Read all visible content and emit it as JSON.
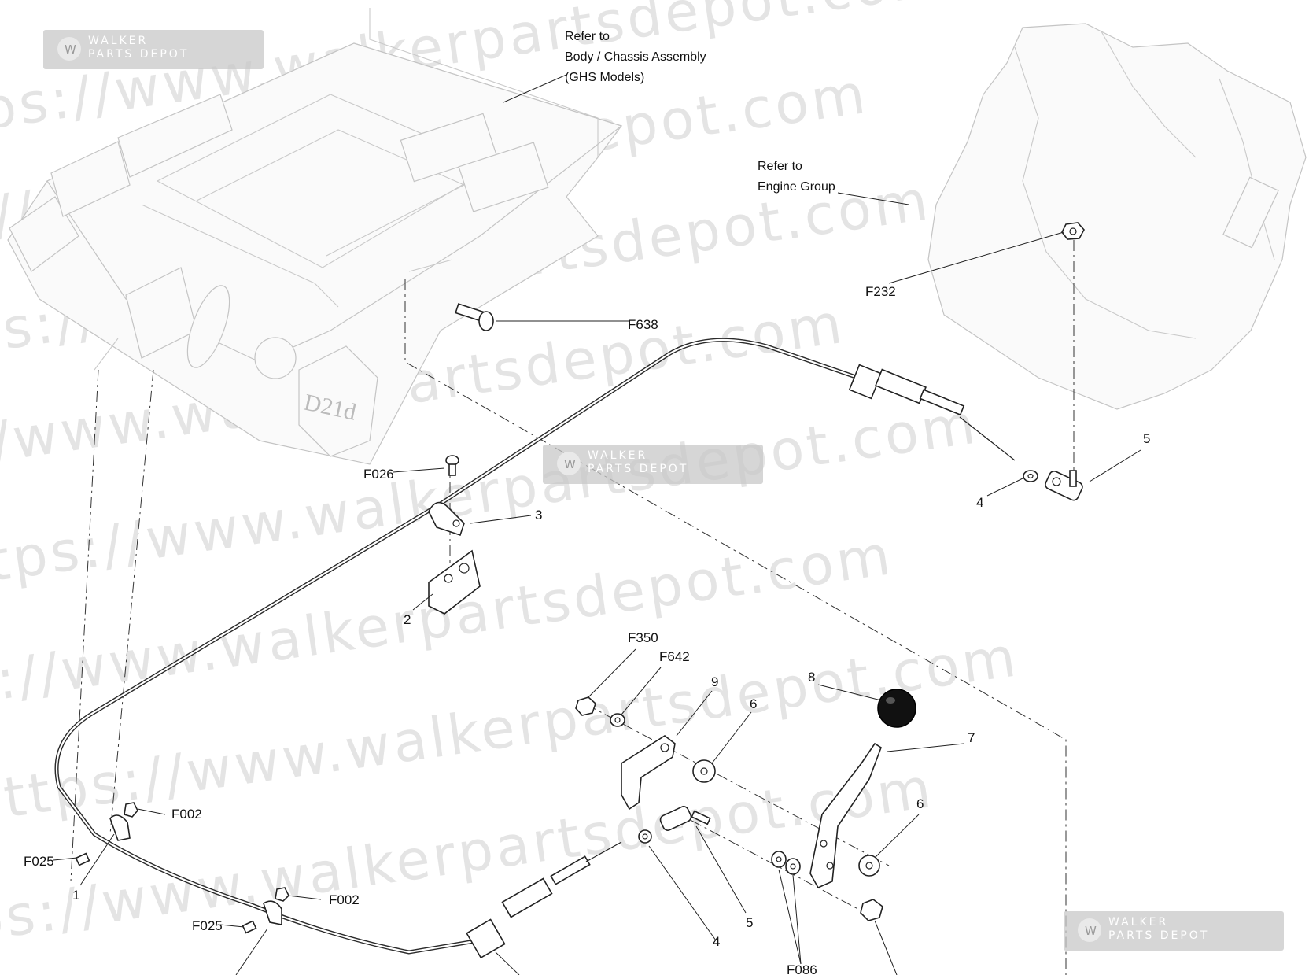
{
  "watermark": {
    "lines": [
      "https://www.walkerpartsdepot.com",
      "https://www.walkerpartsdepot.com",
      "https://www.walkerpartsdepot.com",
      "https://www.walkerpartsdepot.com",
      "https://www.walkerpartsdepot.com",
      "https://www.walkerpartsdepot.com",
      "https://www.walkerpartsdepot.com",
      "https://www.walkerpartsdepot.com"
    ],
    "logo_line1": "WALKER",
    "logo_line2": "PARTS DEPOT"
  },
  "references": {
    "chassis": [
      "Refer to",
      "Body / Chassis Assembly",
      "(GHS Models)"
    ],
    "engine": [
      "Refer to",
      "Engine Group"
    ]
  },
  "chassis_badge": "D21d",
  "callouts": {
    "F638": "F638",
    "F232": "F232",
    "F026": "F026",
    "c3": "3",
    "c2": "2",
    "c4_top": "4",
    "c5_top": "5",
    "F350": "F350",
    "F642": "F642",
    "c9": "9",
    "c8": "8",
    "c6_a": "6",
    "c7": "7",
    "c6_b": "6",
    "F002_a": "F002",
    "F025_a": "F025",
    "c1": "1",
    "F002_b": "F002",
    "F025_b": "F025",
    "c4_bottom": "4",
    "c5_bottom": "5",
    "F086": "F086"
  }
}
